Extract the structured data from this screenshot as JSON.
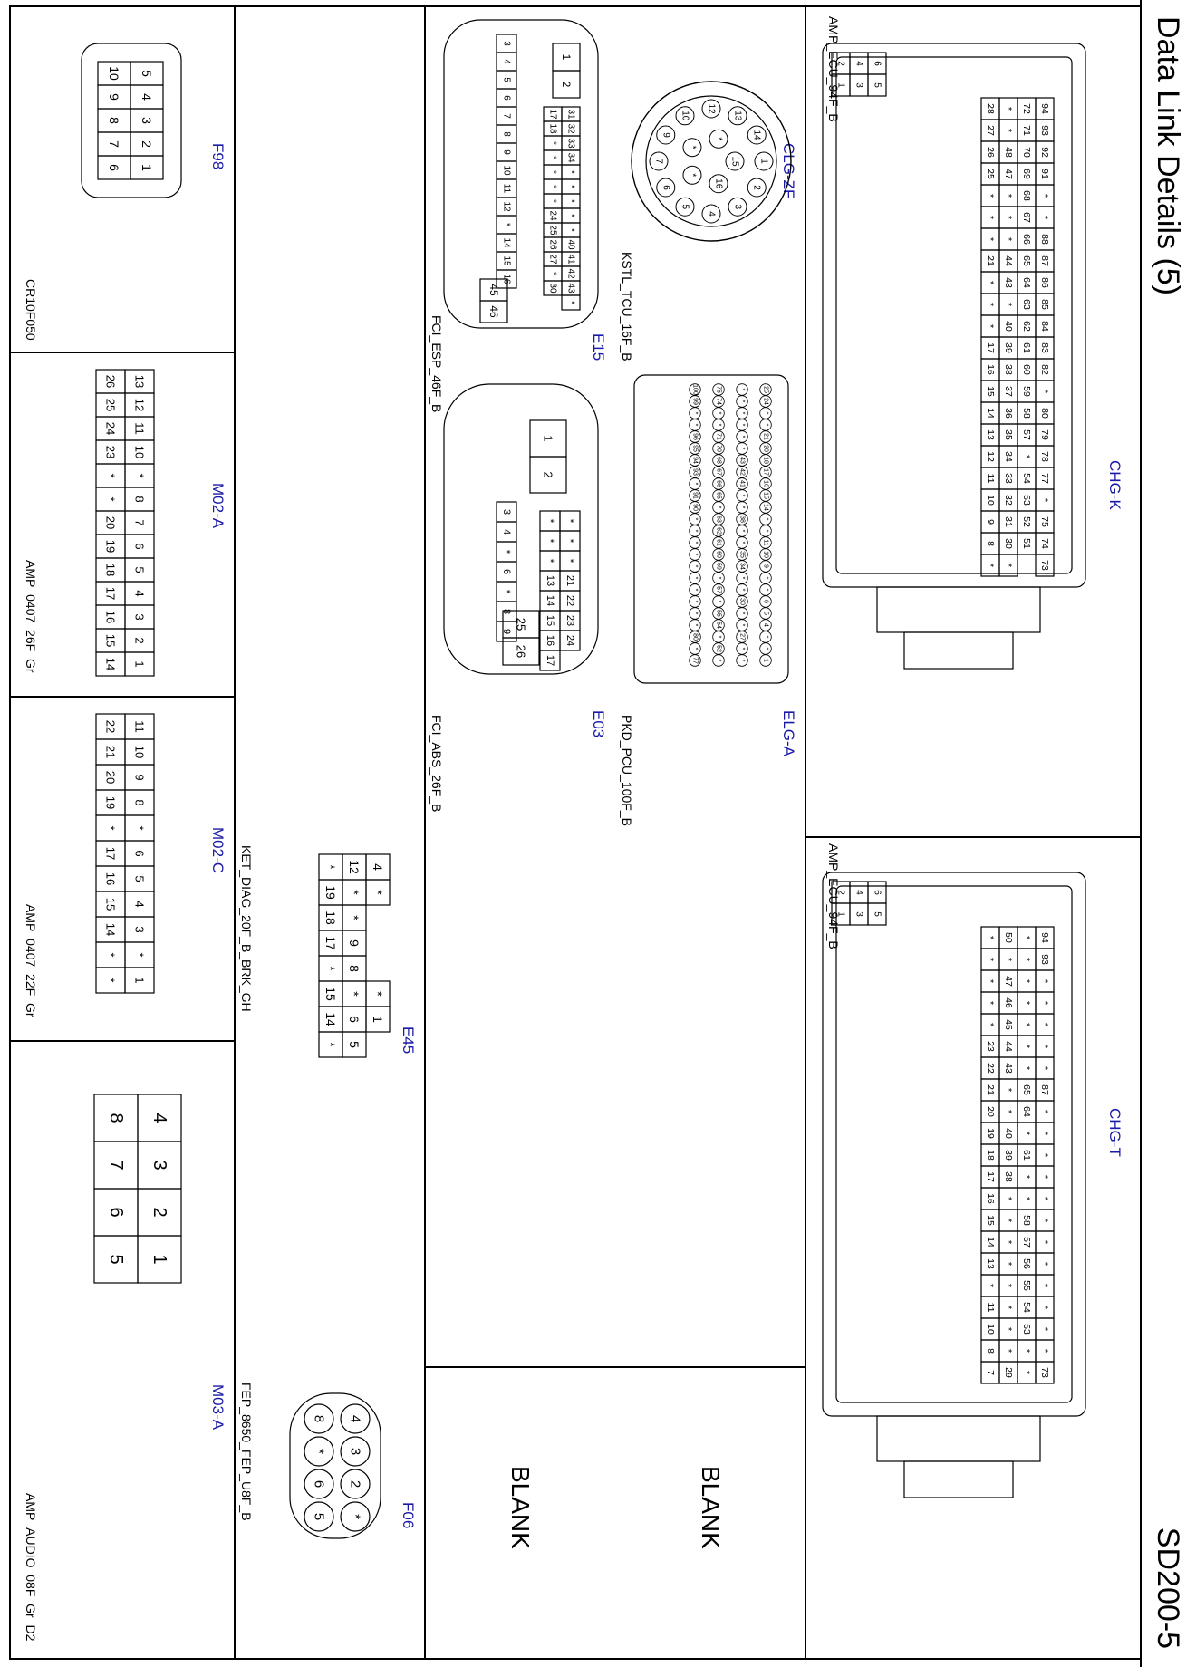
{
  "page": {
    "title": "Data Link Details (5)",
    "doc_id": "SD200-5"
  },
  "connectors": {
    "chgk": {
      "code": "CHG-K",
      "part": "AMP_ECU_94F_B",
      "rows": [
        [
          "94",
          "93",
          "92",
          "91",
          "*",
          "*",
          "88",
          "87",
          "86",
          "85",
          "84",
          "83",
          "82",
          "*",
          "80",
          "79",
          "78",
          "77",
          "*",
          "75",
          "74",
          "73"
        ],
        [
          "72",
          "71",
          "70",
          "69",
          "68",
          "67",
          "66",
          "65",
          "64",
          "63",
          "62",
          "61",
          "60",
          "59",
          "58",
          "57",
          "*",
          "54",
          "53",
          "52",
          "51"
        ],
        [
          "*",
          "*",
          "48",
          "47",
          "*",
          "*",
          "*",
          "44",
          "43",
          "*",
          "40",
          "39",
          "38",
          "37",
          "36",
          "35",
          "34",
          "33",
          "32",
          "31",
          "30",
          "*"
        ],
        [
          "28",
          "27",
          "26",
          "25",
          "*",
          "*",
          "*",
          "21",
          "*",
          "*",
          "*",
          "17",
          "16",
          "15",
          "14",
          "13",
          "12",
          "11",
          "10",
          "9",
          "8",
          "*"
        ]
      ],
      "small": [
        [
          "6",
          "5"
        ],
        [
          "4",
          "3"
        ],
        [
          "2",
          "1"
        ]
      ]
    },
    "chgt": {
      "code": "CHG-T",
      "part": "AMP_ECU_94F_B",
      "rows": [
        [
          "94",
          "93",
          "*",
          "*",
          "*",
          "*",
          "*",
          "87",
          "*",
          "*",
          "*",
          "*",
          "*",
          "*",
          "*",
          "*",
          "*",
          "*",
          "*",
          "*",
          "73"
        ],
        [
          "*",
          "*",
          "*",
          "*",
          "*",
          "*",
          "*",
          "65",
          "64",
          "*",
          "61",
          "*",
          "*",
          "58",
          "57",
          "56",
          "55",
          "54",
          "53",
          "*",
          "*"
        ],
        [
          "50",
          "*",
          "47",
          "46",
          "45",
          "44",
          "43",
          "*",
          "*",
          "40",
          "39",
          "38",
          "*",
          "*",
          "*",
          "*",
          "*",
          "*",
          "*",
          "*",
          "29"
        ],
        [
          "*",
          "*",
          "*",
          "*",
          "*",
          "23",
          "22",
          "21",
          "20",
          "19",
          "18",
          "17",
          "16",
          "15",
          "14",
          "13",
          "*",
          "11",
          "10",
          "8",
          "7"
        ]
      ],
      "small": [
        [
          "6",
          "5"
        ],
        [
          "4",
          "3"
        ],
        [
          "2",
          "1"
        ]
      ]
    },
    "clgzf": {
      "code": "CLG-ZF",
      "part": "KSTL_TCU_16F_B",
      "pins": [
        "1",
        "2",
        "3",
        "4",
        "5",
        "6",
        "7",
        "9",
        "10",
        "12",
        "13",
        "14",
        "15",
        "16",
        "*",
        "*",
        "*"
      ]
    },
    "elga": {
      "code": "ELG-A",
      "part": "PKD_PCU_100F_B",
      "row_top": [
        "25",
        "24",
        "*",
        "*",
        "21",
        "20",
        "18",
        "17",
        "16",
        "15",
        "14",
        "*",
        "*",
        "11",
        "10",
        "9",
        "*",
        "*",
        "6",
        "5",
        "4",
        "*",
        "*",
        "1"
      ],
      "row_mid": [
        "*",
        "*",
        "*",
        "*",
        "*",
        "*",
        "43",
        "42",
        "41",
        "*",
        "*",
        "38",
        "*",
        "*",
        "35",
        "34",
        "*",
        "*",
        "30",
        "*",
        "*",
        "27",
        "*",
        "*"
      ],
      "row_3": [
        "75",
        "74",
        "*",
        "*",
        "71",
        "70",
        "68",
        "67",
        "66",
        "65",
        "*",
        "63",
        "62",
        "61",
        "60",
        "59",
        "*",
        "57",
        "*",
        "55",
        "54",
        "*",
        "52",
        "*"
      ],
      "row_4": [
        "100",
        "99",
        "*",
        "*",
        "96",
        "95",
        "94",
        "93",
        "*",
        "91",
        "90",
        "*",
        "*",
        "*",
        "*",
        "*",
        "*",
        "*",
        "*",
        "*",
        "*",
        "80",
        "*",
        "77"
      ]
    },
    "e15": {
      "code": "E15",
      "part": "FCI_ESP_46F_B",
      "top": [
        "1",
        "2"
      ],
      "grid_row1": [
        "31",
        "32",
        "33",
        "34",
        "*",
        "*",
        "*",
        "*",
        "*",
        "40",
        "41",
        "42",
        "43",
        "*"
      ],
      "grid_row2": [
        "17",
        "18",
        "*",
        "*",
        "*",
        "*",
        "*",
        "24",
        "25",
        "26",
        "27",
        "*",
        "30"
      ],
      "row3": [
        "3",
        "4",
        "5",
        "6",
        "7",
        "8",
        "9",
        "10",
        "11",
        "12",
        "*",
        "14",
        "15",
        "16"
      ],
      "bottom": [
        "45",
        "46"
      ]
    },
    "e03": {
      "code": "E03",
      "part": "FCI_ABS_26F_B",
      "top": [
        "1",
        "2"
      ],
      "col_a": [
        "*",
        "*",
        "*",
        "21",
        "22",
        "23",
        "24"
      ],
      "col_b": [
        "*",
        "*",
        "*",
        "13",
        "14",
        "15",
        "16",
        "17"
      ],
      "col_c": [
        "3",
        "4",
        "*",
        "6",
        "*",
        "8",
        "9"
      ],
      "bottom": [
        "25",
        "26"
      ]
    },
    "e45": {
      "code": "E45",
      "part": "KET_DIAG_20F_B_BRK_GH",
      "row1": [
        "4",
        "*",
        "",
        "",
        "",
        "*",
        "1"
      ],
      "row2": [
        "12",
        "*",
        "*",
        "9",
        "8",
        "*",
        "6",
        "5"
      ],
      "row3": [
        "*",
        "19",
        "18",
        "17",
        "*",
        "15",
        "14",
        "*"
      ]
    },
    "f06": {
      "code": "F06",
      "part": "FEP_8650_FEP_U8F_B",
      "pins_top": [
        "4",
        "3",
        "2",
        "*"
      ],
      "pins_bot": [
        "8",
        "*",
        "6",
        "5"
      ]
    },
    "f98": {
      "code": "F98",
      "part": "CR10F050",
      "row1": [
        "5",
        "4",
        "3",
        "2",
        "1"
      ],
      "row2": [
        "10",
        "9",
        "8",
        "7",
        "6"
      ]
    },
    "m02a": {
      "code": "M02-A",
      "part": "AMP_0407_26F_Gr",
      "row1": [
        "13",
        "12",
        "11",
        "10",
        "*",
        "8",
        "7",
        "6",
        "5",
        "4",
        "3",
        "2",
        "1"
      ],
      "row2": [
        "26",
        "25",
        "24",
        "23",
        "*",
        "*",
        "20",
        "19",
        "18",
        "17",
        "16",
        "15",
        "14"
      ]
    },
    "m02c": {
      "code": "M02-C",
      "part": "AMP_0407_22F_Gr",
      "row1": [
        "11",
        "10",
        "9",
        "8",
        "*",
        "6",
        "5",
        "4",
        "3",
        "*",
        "1"
      ],
      "row2": [
        "22",
        "21",
        "20",
        "19",
        "*",
        "17",
        "16",
        "15",
        "14",
        "*",
        "*"
      ]
    },
    "m03a": {
      "code": "M03-A",
      "part": "AMP_AUDIO_08F_Gr_D2",
      "row1": [
        "4",
        "3",
        "2",
        "1"
      ],
      "row2": [
        "8",
        "7",
        "6",
        "5"
      ]
    },
    "blank1": {
      "label": "BLANK"
    },
    "blank2": {
      "label": "BLANK"
    }
  }
}
